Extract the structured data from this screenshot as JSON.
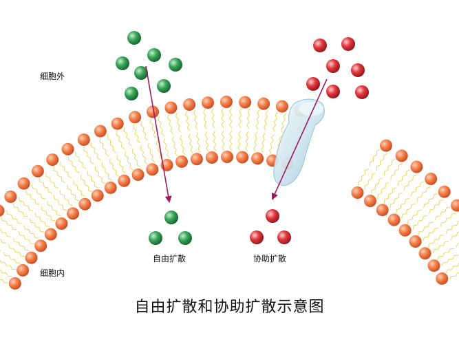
{
  "labels": {
    "outside": "细胞外",
    "inside": "细胞内",
    "free_diffusion": "自由扩散",
    "facilitated_diffusion": "协助扩散"
  },
  "title": "自由扩散和协助扩散示意图",
  "colors": {
    "green_molecule": "#2e9a4a",
    "red_molecule": "#e0323a",
    "phospholipid_head": "#f2733f",
    "lipid_tail": "#e9d24a",
    "arrow": "#a0185e",
    "channel_protein": "#cfe6f0"
  }
}
